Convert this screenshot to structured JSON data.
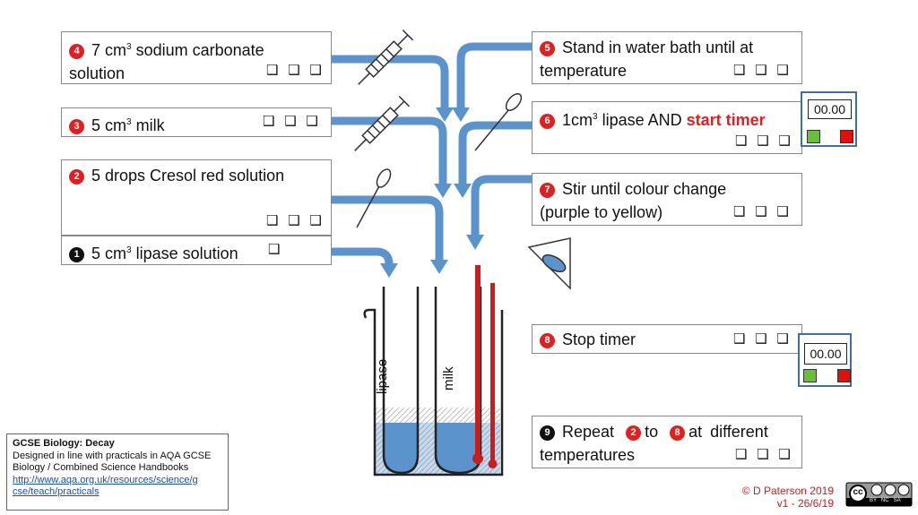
{
  "steps": {
    "s4": {
      "num": "4",
      "text": "7 cm",
      "sup": "3",
      "rest": " sodium carbonate",
      "line2": "solution",
      "checks": "❑ ❑ ❑"
    },
    "s3": {
      "num": "3",
      "text": "5 cm",
      "sup": "3",
      "rest": " milk",
      "checks": "❑ ❑ ❑"
    },
    "s2": {
      "num": "2",
      "text": "5 drops Cresol red solution",
      "checks": "❑ ❑ ❑"
    },
    "s1": {
      "num": "1",
      "text": "5 cm",
      "sup": "3",
      "rest": " lipase solution",
      "checks": "❑"
    },
    "s5": {
      "num": "5",
      "line1": "Stand in water bath until at",
      "line2": "temperature",
      "checks": "❑ ❑ ❑"
    },
    "s6": {
      "num": "6",
      "text": "1cm",
      "sup": "3",
      "rest": " lipase AND ",
      "highlight": "start timer",
      "checks": "❑ ❑ ❑"
    },
    "s7": {
      "num": "7",
      "line1": "Stir until colour change",
      "line2": "(purple to yellow)",
      "checks": "❑ ❑ ❑"
    },
    "s8": {
      "num": "8",
      "text": "Stop timer",
      "checks": "❑ ❑ ❑"
    },
    "s9": {
      "num": "9",
      "w1": "Repeat",
      "ref1": "2",
      "w2": "to",
      "ref2": "8",
      "w3": "at different",
      "line2": "temperatures",
      "checks": "❑ ❑ ❑"
    }
  },
  "timers": {
    "t1": "00.00",
    "t2": "00.00"
  },
  "tube_labels": {
    "left": "lipase",
    "right": "milk"
  },
  "info": {
    "title": "GCSE Biology: Decay",
    "line1": "Designed in line with practicals in AQA GCSE",
    "line2": "Biology / Combined Science Handbooks",
    "link1": "http://www.aqa.org.uk/resources/science/g",
    "link2": "cse/teach/practicals"
  },
  "credit": {
    "line1": "© D Paterson 2019",
    "line2": "v1 -  26/6/19"
  },
  "license": {
    "cc": "cc",
    "tags": "BY   NC   SA"
  },
  "colors": {
    "arrow": "#5b93cc",
    "water": "#5b93cc",
    "thermometer": "#c81e1e",
    "red": "#e02020",
    "timer_border": "#3f6f9a"
  }
}
